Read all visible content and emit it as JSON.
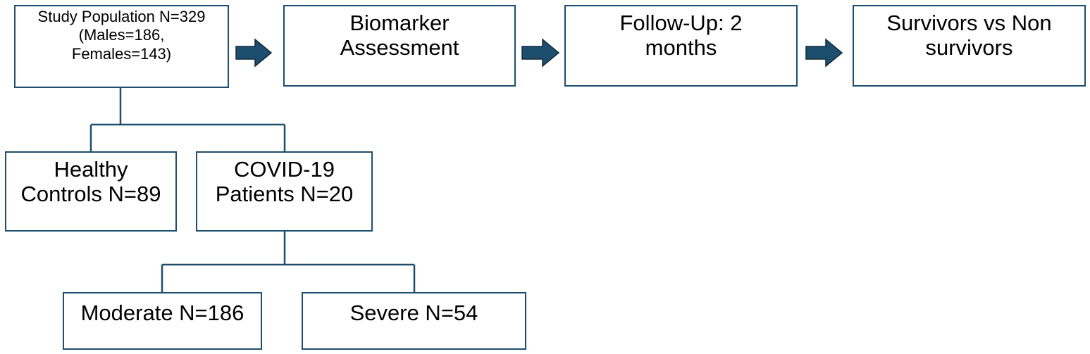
{
  "diagram": {
    "study_population": "Study Population N=329\n(Males=186,\nFemales=143)",
    "biomarker_assessment": "Biomarker\nAssessment",
    "follow_up": "Follow-Up: 2\nmonths",
    "survivors": "Survivors vs Non\nsurvivors",
    "healthy_controls": "Healthy\nControls N=89",
    "covid_patients": "COVID-19\nPatients N=20",
    "moderate": "Moderate N=186",
    "severe": "Severe N=54"
  },
  "colors": {
    "box_border": "#1e4e6e",
    "arrow_fill": "#1e4e6e",
    "arrow_outline": "#0f2a3c",
    "connector": "#1e4e6e"
  }
}
